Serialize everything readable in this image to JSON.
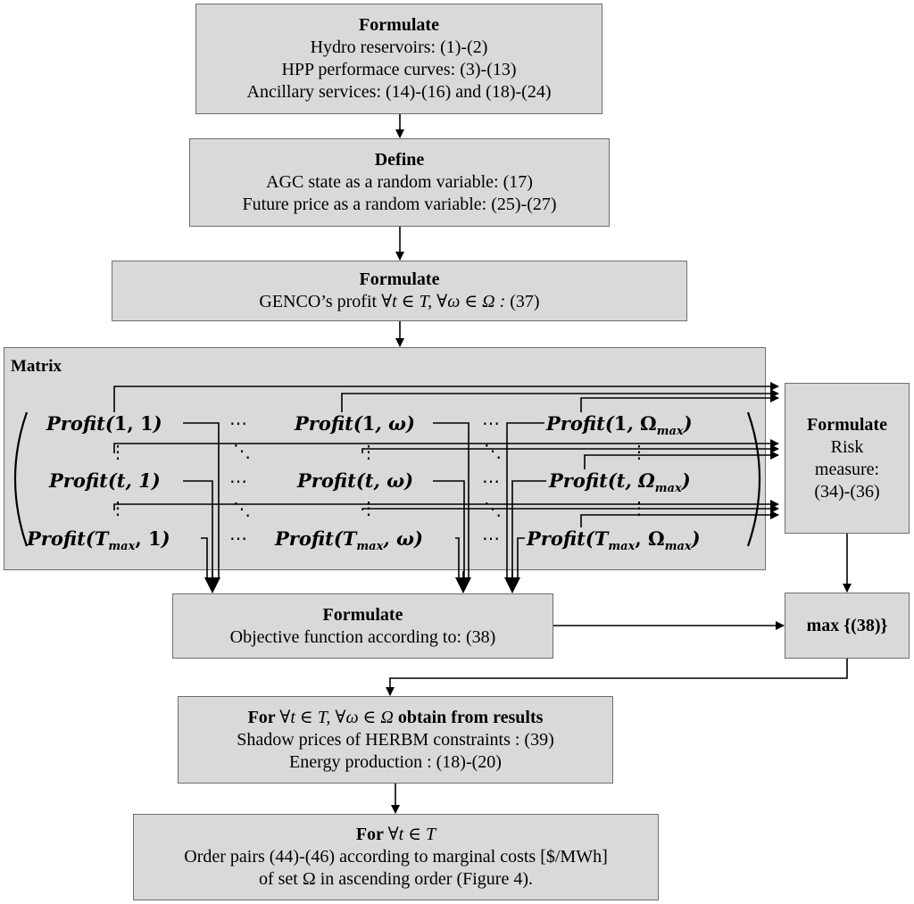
{
  "box1": {
    "title": "Formulate",
    "lines": [
      "Hydro reservoirs: (1)-(2)",
      "HPP performace curves: (3)-(13)",
      "Ancillary services: (14)-(16) and (18)-(24)"
    ]
  },
  "box2": {
    "title": "Define",
    "lines": [
      "AGC state as a random variable: (17)",
      "Future price as a random variable: (25)-(27)"
    ]
  },
  "box3": {
    "title": "Formulate",
    "prefix": "GENCO’s profit ",
    "math": "∀t ∈ T, ∀ω ∈ Ω :",
    "suffix": " (37)"
  },
  "matrix": {
    "label": "Matrix",
    "cells": {
      "r1c1": {
        "name": "Profit",
        "args": "1, 1"
      },
      "r1c2": {
        "name": "Profit",
        "args": "1, ω"
      },
      "r1c3": {
        "name": "Profit",
        "args": "1, Ω",
        "sub": "max"
      },
      "r2c1": {
        "name": "Profit",
        "args": "t, 1"
      },
      "r2c2": {
        "name": "Profit",
        "args": "t, ω"
      },
      "r2c3": {
        "name": "Profit",
        "args": "t, Ω",
        "sub": "max"
      },
      "r3c1": {
        "name": "Profit",
        "argA": "T",
        "subA": "max",
        "argB": ", 1"
      },
      "r3c2": {
        "name": "Profit",
        "argA": "T",
        "subA": "max",
        "argB": ", ω"
      },
      "r3c3": {
        "name": "Profit",
        "argA": "T",
        "subA": "max",
        "argB": ", Ω",
        "subB": "max"
      }
    },
    "hdots": "⋯",
    "vdots": "⋮",
    "ddots": "⋱"
  },
  "risk": {
    "title": "Formulate",
    "lines": [
      "Risk",
      "measure:",
      "(34)-(36)"
    ]
  },
  "objective": {
    "title": "Formulate",
    "lines": [
      "Objective function according to: (38)"
    ]
  },
  "max": {
    "label": "max {(38)}"
  },
  "results": {
    "title_pre": "For ",
    "title_math": "∀t ∈ T, ∀ω ∈ Ω",
    "title_post": "  obtain from results",
    "lines": [
      "Shadow prices of HERBM constraints : (39)",
      "Energy production :  (18)-(20)"
    ]
  },
  "final": {
    "title_pre": "For ",
    "title_math": "∀t ∈ T",
    "lines": [
      "Order pairs (44)-(46) according to marginal costs [$/MWh]",
      "of set  Ω in ascending order (Figure 4)."
    ]
  }
}
